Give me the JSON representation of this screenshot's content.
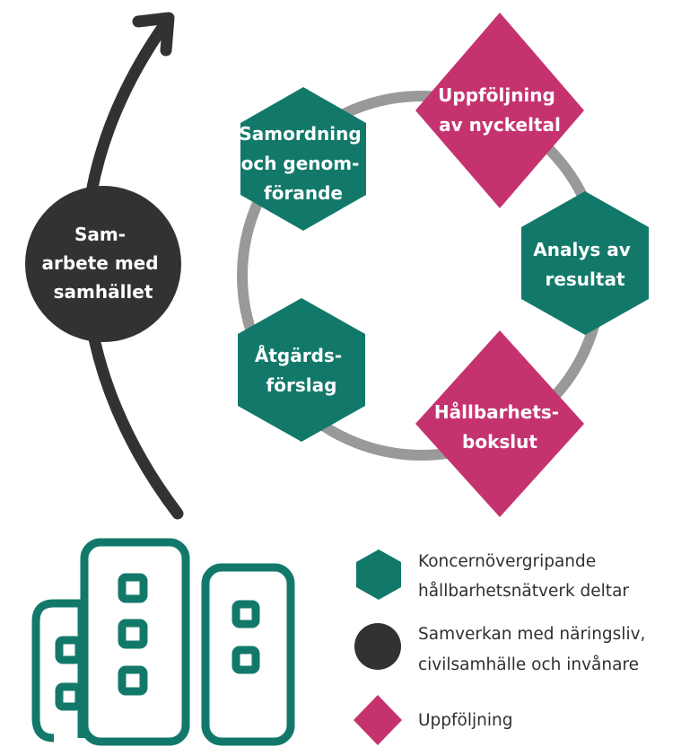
{
  "colors": {
    "green": "#12796a",
    "pink": "#c5336f",
    "dark": "#333233",
    "ring": "#999999",
    "white": "#ffffff"
  },
  "nodes": {
    "samordning": {
      "lines": [
        "Samordning",
        "och genom-",
        "förande"
      ],
      "shape": "hexagon",
      "color": "green"
    },
    "uppfoljning_nyckeltal": {
      "lines": [
        "Uppföljning",
        "av nyckeltal"
      ],
      "shape": "diamond",
      "color": "pink"
    },
    "analys": {
      "lines": [
        "Analys av",
        "resultat"
      ],
      "shape": "hexagon",
      "color": "green"
    },
    "hallbarhetsbokslut": {
      "lines": [
        "Hållbarhets-",
        "bokslut"
      ],
      "shape": "diamond",
      "color": "pink"
    },
    "atgardsforslag": {
      "lines": [
        "Åtgärds-",
        "förslag"
      ],
      "shape": "hexagon",
      "color": "green"
    },
    "samarbete": {
      "lines": [
        "Sam-",
        "arbete med",
        "samhället"
      ],
      "shape": "circle",
      "color": "dark"
    }
  },
  "legend": [
    {
      "shape": "hexagon",
      "color": "green",
      "lines": [
        "Koncernövergripande",
        "hållbarhetsnätverk deltar"
      ]
    },
    {
      "shape": "circle",
      "color": "dark",
      "lines": [
        "Samverkan med näringsliv,",
        "civilsamhälle och invånare"
      ]
    },
    {
      "shape": "diamond",
      "color": "pink",
      "lines": [
        "Uppföljning"
      ]
    }
  ],
  "icons": {
    "arrow": "curved-up-arrow-icon",
    "buildings": "city-buildings-icon"
  }
}
